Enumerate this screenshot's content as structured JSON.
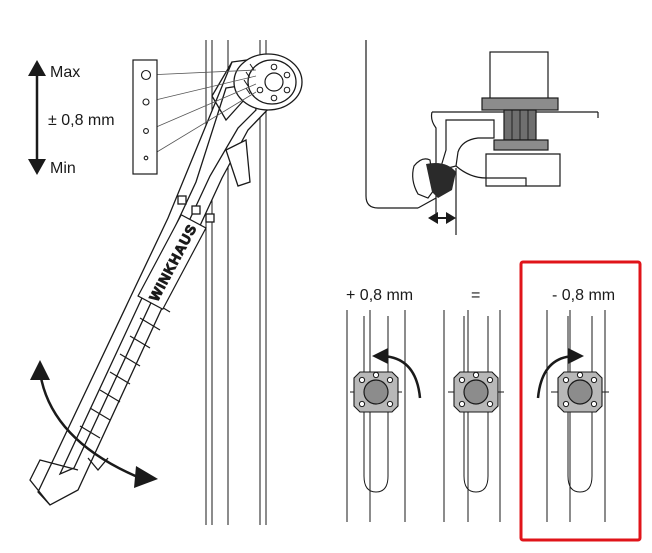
{
  "scale": {
    "max_label": "Max",
    "tolerance_label": "± 0,8 mm",
    "min_label": "Min"
  },
  "adjustments": {
    "plus_label": "+ 0,8 mm",
    "neutral_label": "=",
    "minus_label": "- 0,8 mm"
  },
  "handle": {
    "brand_text": "WINKHAUS"
  },
  "colors": {
    "line": "#1a1a1a",
    "cam_fill": "#8c8c8c",
    "cam_ring": "#b8b8b8",
    "highlight_frame": "#e0141a",
    "seal": "#2a2a2a"
  }
}
